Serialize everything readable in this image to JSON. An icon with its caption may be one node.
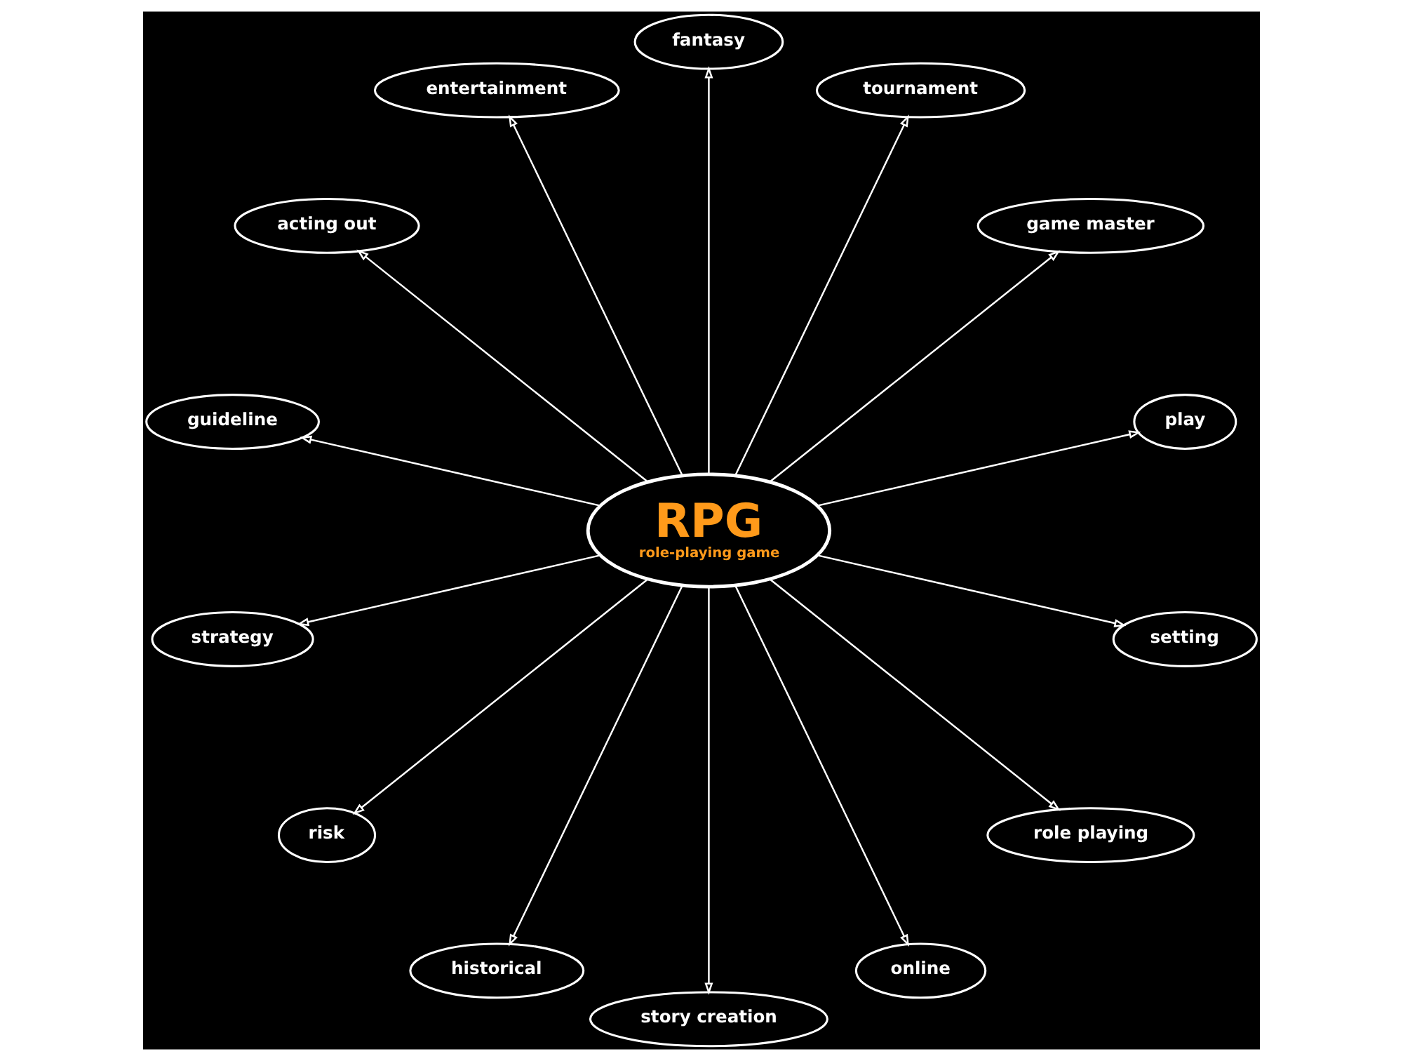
{
  "diagram": {
    "nodes": [
      {
        "text": [
          "RPG",
          "role-playing game"
        ]
      },
      {
        "text": [
          "play"
        ]
      },
      {
        "text": [
          "game master"
        ]
      },
      {
        "text": [
          "tournament"
        ]
      },
      {
        "text": [
          "fantasy"
        ]
      },
      {
        "text": [
          "entertainment"
        ]
      },
      {
        "text": [
          "acting out"
        ]
      },
      {
        "text": [
          "guideline"
        ]
      },
      {
        "text": [
          "strategy"
        ]
      },
      {
        "text": [
          "risk"
        ]
      },
      {
        "text": [
          "historical"
        ]
      },
      {
        "text": [
          "story creation"
        ]
      },
      {
        "text": [
          "online"
        ]
      },
      {
        "text": [
          "role playing"
        ]
      },
      {
        "text": [
          "setting"
        ]
      }
    ],
    "edges": [
      {
        "from": 0,
        "to": 1,
        "arrow": "to"
      },
      {
        "from": 0,
        "to": 2,
        "arrow": "to"
      },
      {
        "from": 0,
        "to": 3,
        "arrow": "to"
      },
      {
        "from": 0,
        "to": 4,
        "arrow": "to"
      },
      {
        "from": 0,
        "to": 5,
        "arrow": "to"
      },
      {
        "from": 0,
        "to": 6,
        "arrow": "to"
      },
      {
        "from": 0,
        "to": 7,
        "arrow": "to"
      },
      {
        "from": 0,
        "to": 8,
        "arrow": "to"
      },
      {
        "from": 0,
        "to": 9,
        "arrow": "to"
      },
      {
        "from": 0,
        "to": 10,
        "arrow": "to"
      },
      {
        "from": 0,
        "to": 11,
        "arrow": "to"
      },
      {
        "from": 0,
        "to": 12,
        "arrow": "to"
      },
      {
        "from": 0,
        "to": 13,
        "arrow": "to"
      },
      {
        "from": 0,
        "to": 14,
        "arrow": "to"
      }
    ]
  }
}
